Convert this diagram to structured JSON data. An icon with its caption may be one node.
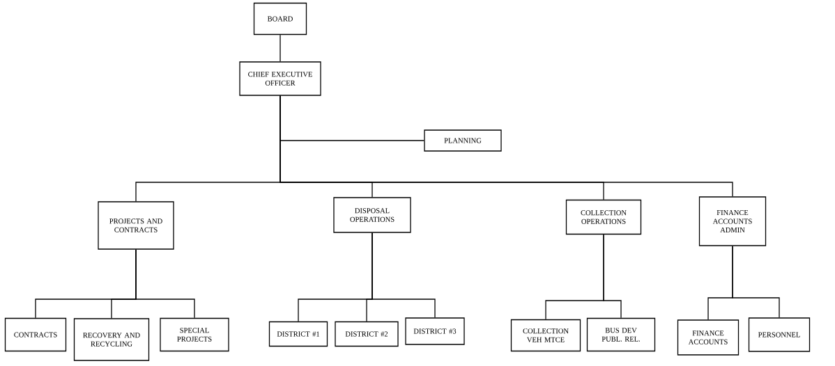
{
  "diagram": {
    "nodes": [
      {
        "text": [
          "BOARD"
        ]
      },
      {
        "text": [
          "CHIEF EXECUTIVE OFFICER"
        ]
      },
      {
        "text": [
          "PLANNING"
        ]
      },
      {
        "text": [
          "PROJECTS AND CONTRACTS"
        ]
      },
      {
        "text": [
          "DISPOSAL OPERATIONS"
        ]
      },
      {
        "text": [
          "COLLECTION OPERATIONS"
        ]
      },
      {
        "text": [
          "FINANCE ACCOUNTS ADMIN"
        ]
      },
      {
        "text": [
          "CONTRACTS"
        ]
      },
      {
        "text": [
          "RECOVERY AND RECYCLING"
        ]
      },
      {
        "text": [
          "SPECIAL PROJECTS"
        ]
      },
      {
        "text": [
          "DISTRICT #1"
        ]
      },
      {
        "text": [
          "DISTRICT #2"
        ]
      },
      {
        "text": [
          "DISTRICT #3"
        ]
      },
      {
        "text": [
          "COLLECTION VEH MTCE"
        ]
      },
      {
        "text": [
          "BUS DEV PUBL. REL."
        ]
      },
      {
        "text": [
          "FINANCE ACCOUNTS"
        ]
      },
      {
        "text": [
          "PERSONNEL"
        ]
      }
    ],
    "edges": [
      {
        "from": 0,
        "to": 1,
        "arrow": "none"
      },
      {
        "from": 1,
        "to": 2,
        "arrow": "none"
      },
      {
        "from": 1,
        "to": 3,
        "arrow": "none"
      },
      {
        "from": 1,
        "to": 4,
        "arrow": "none"
      },
      {
        "from": 1,
        "to": 5,
        "arrow": "none"
      },
      {
        "from": 1,
        "to": 6,
        "arrow": "none"
      },
      {
        "from": 3,
        "to": 7,
        "arrow": "none"
      },
      {
        "from": 3,
        "to": 8,
        "arrow": "none"
      },
      {
        "from": 3,
        "to": 9,
        "arrow": "none"
      },
      {
        "from": 4,
        "to": 10,
        "arrow": "none"
      },
      {
        "from": 4,
        "to": 11,
        "arrow": "none"
      },
      {
        "from": 4,
        "to": 12,
        "arrow": "none"
      },
      {
        "from": 5,
        "to": 13,
        "arrow": "none"
      },
      {
        "from": 5,
        "to": 14,
        "arrow": "none"
      },
      {
        "from": 6,
        "to": 15,
        "arrow": "none"
      },
      {
        "from": 6,
        "to": 16,
        "arrow": "none"
      }
    ]
  }
}
